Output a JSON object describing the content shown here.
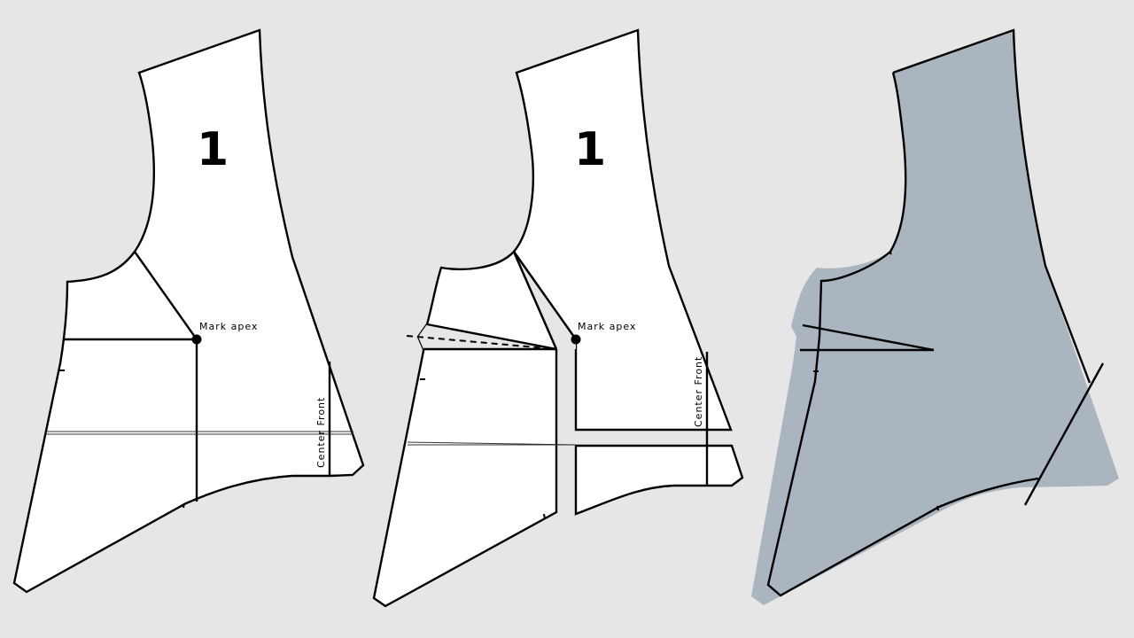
{
  "figure": {
    "description": "Three-step bodice pattern drafting diagram: dart manipulation",
    "background_color": "#e6e6e6",
    "piece_fill_color": "#ffffff",
    "shaded_fill_color": "#aab5bf",
    "line_color": "#000000"
  },
  "panels": [
    {
      "id": "step-1",
      "piece_number": "1",
      "labels": {
        "apex": "Mark apex",
        "center_front": "Center Front"
      }
    },
    {
      "id": "step-2",
      "piece_number": "1",
      "labels": {
        "apex": "Mark apex",
        "center_front": "Center Front"
      }
    },
    {
      "id": "step-3",
      "piece_number": "",
      "labels": {}
    }
  ]
}
